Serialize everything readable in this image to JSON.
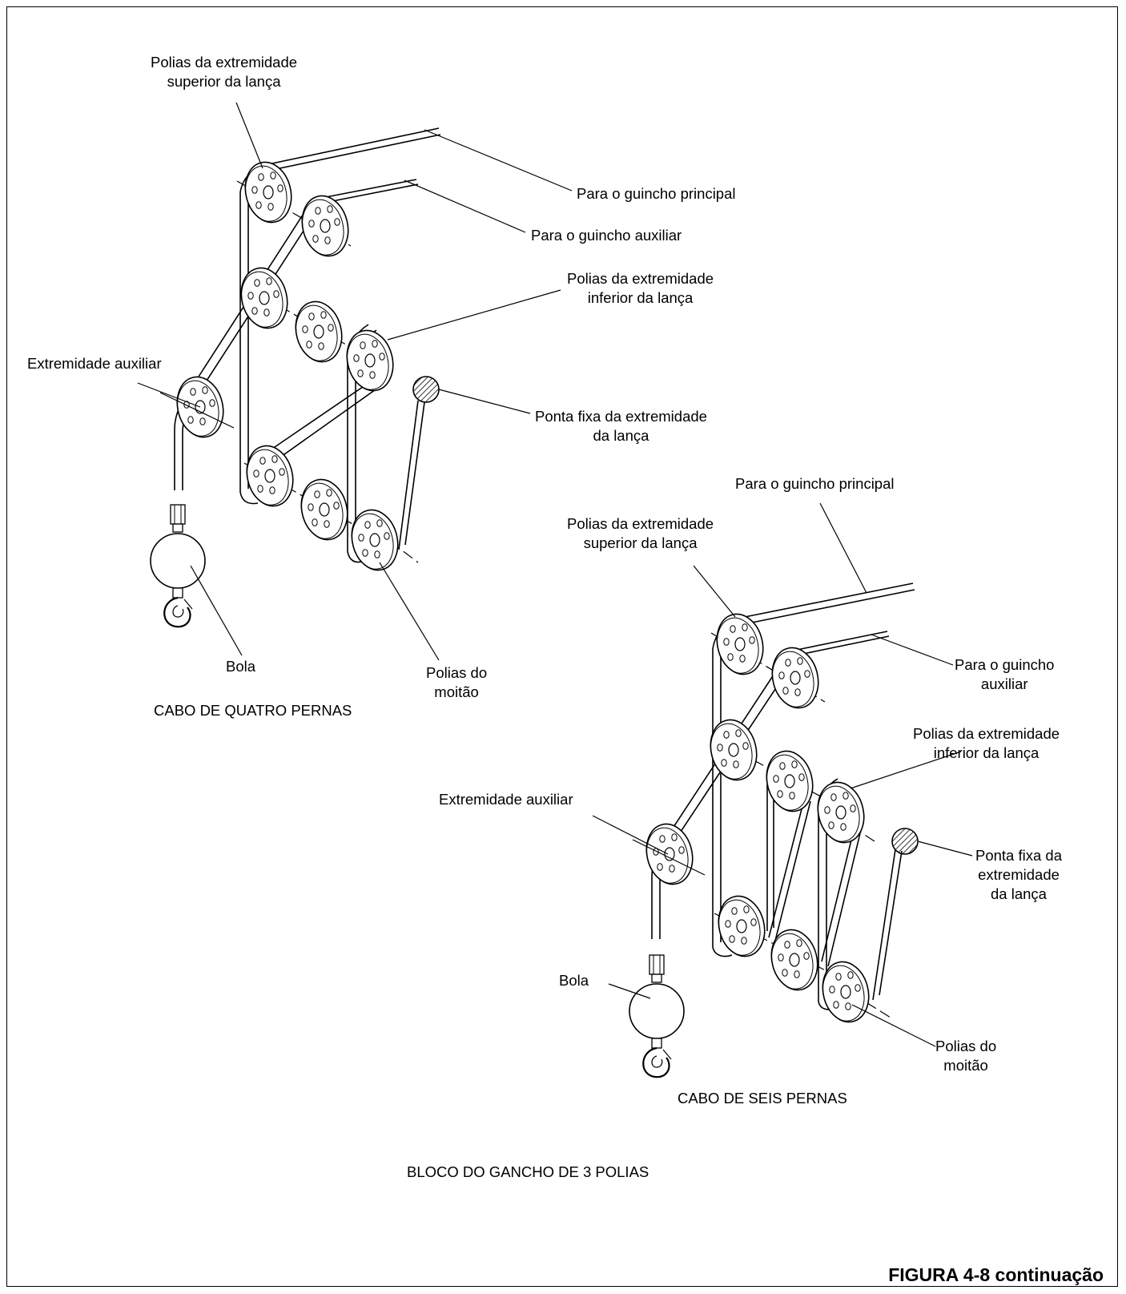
{
  "figure_title": "FIGURA 4-8 continuação",
  "block_caption": "BLOCO DO GANCHO DE 3 POLIAS",
  "four_part": {
    "caption": "CABO DE QUATRO PERNAS",
    "labels": {
      "upper_sheaves": [
        "Polias da extremidade",
        "superior da lança"
      ],
      "main_hoist": "Para o guincho principal",
      "aux_hoist": "Para o guincho auxiliar",
      "lower_sheaves": [
        "Polias da extremidade",
        "inferior da lança"
      ],
      "aux_end": "Extremidade auxiliar",
      "dead_end": [
        "Ponta fixa da extremidade",
        "da lança"
      ],
      "ball": "Bola",
      "block_sheaves": [
        "Polias do",
        "moitão"
      ]
    }
  },
  "six_part": {
    "caption": "CABO DE SEIS PERNAS",
    "labels": {
      "main_hoist": "Para o guincho principal",
      "upper_sheaves": [
        "Polias da extremidade",
        "superior da lança"
      ],
      "aux_hoist": [
        "Para o guincho",
        "auxiliar"
      ],
      "lower_sheaves": [
        "Polias da extremidade",
        "inferior da lança"
      ],
      "aux_end": "Extremidade auxiliar",
      "dead_end": [
        "Ponta fixa da",
        "extremidade",
        "da lança"
      ],
      "ball": "Bola",
      "block_sheaves": [
        "Polias do",
        "moitão"
      ]
    }
  }
}
